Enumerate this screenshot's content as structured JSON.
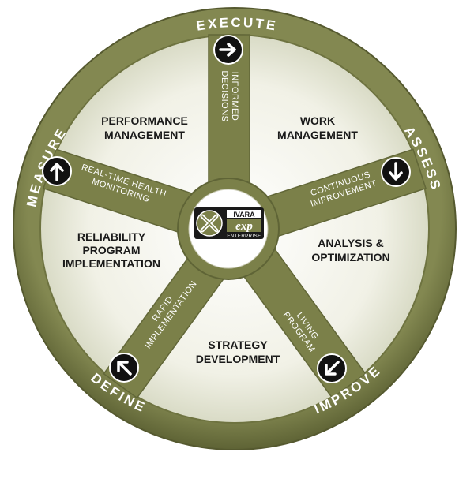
{
  "ring_labels": {
    "top": "EXECUTE",
    "right": "ASSESS",
    "bottom_right": "IMPROVE",
    "bottom_left": "DEFINE",
    "left": "MEASURE"
  },
  "segments": {
    "top_left": [
      "PERFORMANCE",
      "MANAGEMENT"
    ],
    "top_right": [
      "WORK",
      "MANAGEMENT"
    ],
    "left": [
      "RELIABILITY",
      "PROGRAM",
      "IMPLEMENTATION"
    ],
    "right": [
      "ANALYSIS &",
      "OPTIMIZATION"
    ],
    "bottom": [
      "STRATEGY",
      "DEVELOPMENT"
    ]
  },
  "spokes": {
    "top": [
      "INFORMED",
      "DECISIONS"
    ],
    "right": [
      "CONTINUOUS",
      "IMPROVEMENT"
    ],
    "left": [
      "REAL-TIME HEALTH",
      "MONITORING"
    ],
    "bottom_left": [
      "RAPID",
      "IMPLEMENTATION"
    ],
    "bottom_right": [
      "LIVING",
      "PROGRAM"
    ]
  },
  "logo": {
    "brand": "IVARA",
    "mark": "exp",
    "edition": "ENTERPRISE"
  },
  "colors": {
    "rim": "#7b8049",
    "rim_dark": "#5f6436",
    "spoke": "#7b8049",
    "segment_fill": "#f3f3ea",
    "arrow_bg": "#111111"
  },
  "icons": [
    "arrow-right-icon",
    "arrow-down-icon",
    "arrow-down-left-icon",
    "arrow-up-left-icon",
    "arrow-up-icon",
    "logo-x-icon"
  ]
}
